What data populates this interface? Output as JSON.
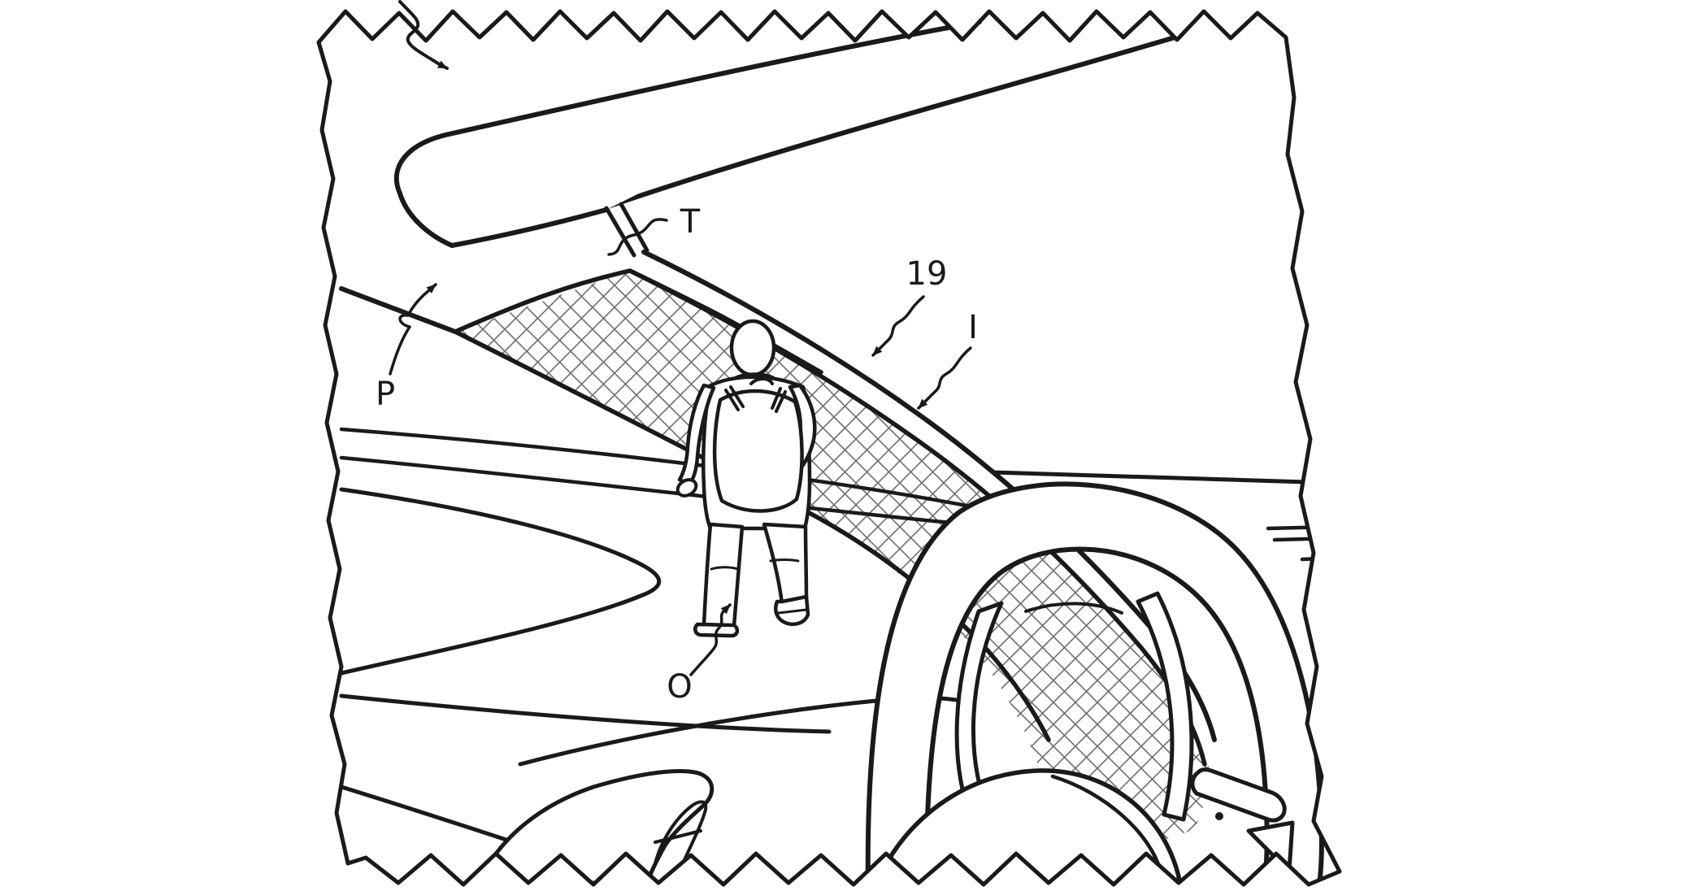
{
  "page": {
    "background_color": "#ffffff"
  },
  "figure": {
    "kind": "patent-line-art",
    "description_visible": "interior view through A-pillar with cross-hatched display region, pedestrian, sun visor, steering wheel, jagged torn border",
    "ink_color": "#1a1a1a",
    "hatch_color": "#6e6e6e",
    "paper_color": "#ffffff",
    "reference_labels": [
      {
        "name": "label-t",
        "text": "T"
      },
      {
        "name": "label-19",
        "text": "19"
      },
      {
        "name": "label-i",
        "text": "I"
      },
      {
        "name": "label-p",
        "text": "P"
      },
      {
        "name": "label-o",
        "text": "O"
      }
    ]
  }
}
